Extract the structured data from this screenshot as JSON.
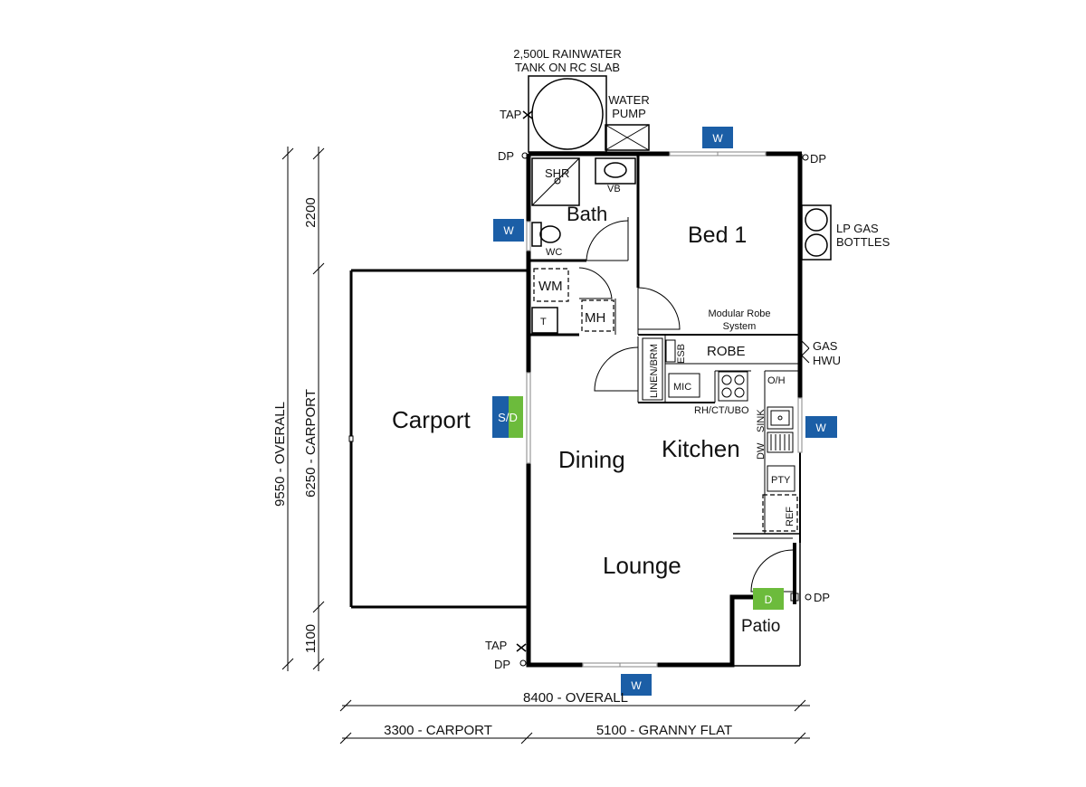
{
  "rooms": {
    "bed1": "Bed 1",
    "bath": "Bath",
    "carport": "Carport",
    "dining": "Dining",
    "kitchen": "Kitchen",
    "lounge": "Lounge",
    "patio": "Patio"
  },
  "fixtures": {
    "shr": "SHR",
    "vb": "VB",
    "wc": "WC",
    "wm": "WM",
    "t": "T",
    "mh": "MH",
    "robe": "ROBE",
    "esb": "ESB",
    "linen": "LINEN/BRM",
    "mic": "MIC",
    "oh": "O/H",
    "rh": "RH/CT/UBO",
    "sink": "SINK",
    "dw": "DW",
    "pty": "PTY",
    "ref": "REF",
    "modular_robe_line1": "Modular Robe",
    "modular_robe_line2": "System"
  },
  "external": {
    "tank_line1": "2,500L RAINWATER",
    "tank_line2": "TANK ON RC SLAB",
    "pump_line1": "WATER",
    "pump_line2": "PUMP",
    "tap": "TAP",
    "dp": "DP",
    "gas_line1": "LP GAS",
    "gas_line2": "BOTTLES",
    "hwu_line1": "GAS",
    "hwu_line2": "HWU"
  },
  "badges": {
    "window": "W",
    "sliding_door": "S/D",
    "door": "D"
  },
  "colors": {
    "window_badge": "#1b5ea6",
    "door_badge": "#6cbb3c"
  },
  "dimensions": {
    "overall_height": "9550 - OVERALL",
    "carport_height": "6250 - CARPORT",
    "top_height": "2200",
    "bottom_height": "1100",
    "overall_width": "8400 - OVERALL",
    "carport_width": "3300 - CARPORT",
    "flat_width": "5100 - GRANNY FLAT"
  }
}
